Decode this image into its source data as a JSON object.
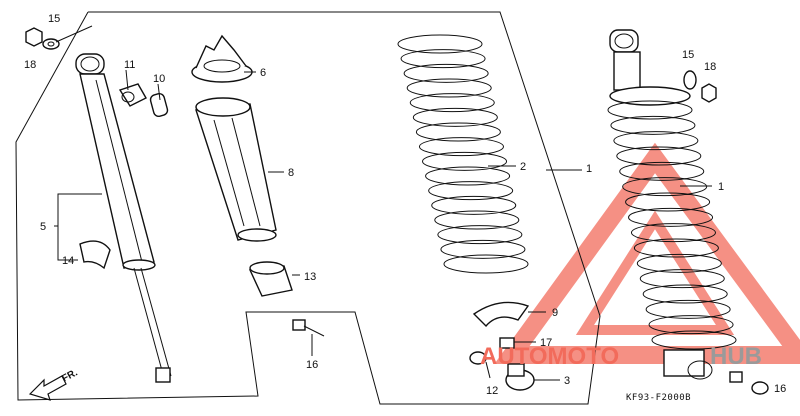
{
  "diagram": {
    "callouts": {
      "p1a": "1",
      "p1b": "1",
      "p2": "2",
      "p3": "3",
      "p5": "5",
      "p6": "6",
      "p8": "8",
      "p9": "9",
      "p10": "10",
      "p11": "11",
      "p12": "12",
      "p13": "13",
      "p14": "14",
      "p15a": "15",
      "p15b": "15",
      "p16a": "16",
      "p16b": "16",
      "p17": "17",
      "p18a": "18",
      "p18b": "18"
    },
    "direction_label": "FR.",
    "diagram_code": "KF93-F2000B"
  },
  "watermark": {
    "text_part1": "AUTOMOTO",
    "text_part2": "HUB",
    "color_primary": "#f26b5b",
    "color_secondary": "#9a9a9a"
  }
}
